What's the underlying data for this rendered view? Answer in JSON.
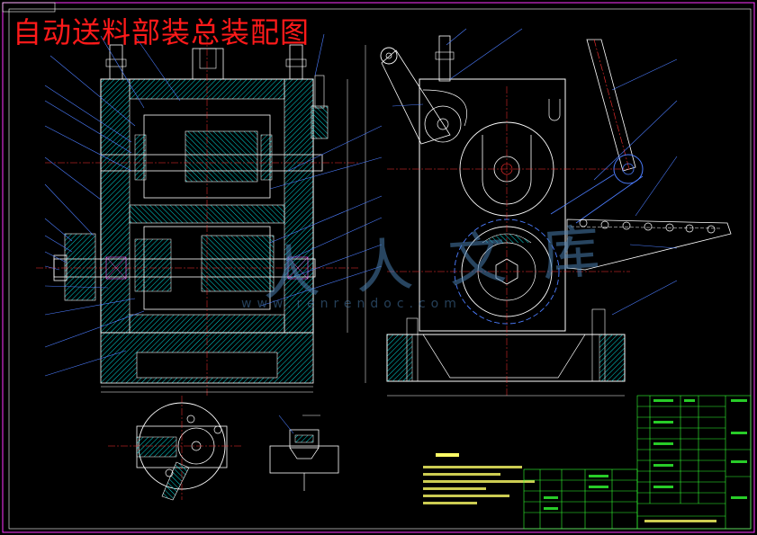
{
  "drawing": {
    "title": "自动送料部装总装配图",
    "watermark": {
      "main": "人人文库",
      "sub": "www.renrendoc.com"
    },
    "colors": {
      "background": "#000000",
      "outline": "#ffffff",
      "title": "#ff1a1a",
      "section": "#00e0e0",
      "leader": "#4c7dff",
      "centerline": "#ff3030",
      "frame": "#ff33ff",
      "table": "#33ff33",
      "note": "#ffff66"
    }
  }
}
